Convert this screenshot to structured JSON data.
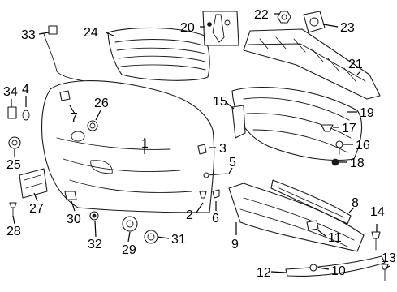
{
  "callouts": [
    {
      "number": "1"
    },
    {
      "number": "2"
    },
    {
      "number": "3"
    },
    {
      "number": "4"
    },
    {
      "number": "5"
    },
    {
      "number": "6"
    },
    {
      "number": "7"
    },
    {
      "number": "8"
    },
    {
      "number": "9"
    },
    {
      "number": "10"
    },
    {
      "number": "11"
    },
    {
      "number": "12"
    },
    {
      "number": "13"
    },
    {
      "number": "14"
    },
    {
      "number": "15"
    },
    {
      "number": "16"
    },
    {
      "number": "17"
    },
    {
      "number": "18"
    },
    {
      "number": "19"
    },
    {
      "number": "20"
    },
    {
      "number": "21"
    },
    {
      "number": "22"
    },
    {
      "number": "23"
    },
    {
      "number": "24"
    },
    {
      "number": "25"
    },
    {
      "number": "26"
    },
    {
      "number": "27"
    },
    {
      "number": "28"
    },
    {
      "number": "29"
    },
    {
      "number": "30"
    },
    {
      "number": "31"
    },
    {
      "number": "32"
    },
    {
      "number": "33"
    },
    {
      "number": "34"
    }
  ],
  "colors": {
    "line": "#1a1a1a",
    "background": "#ffffff"
  }
}
